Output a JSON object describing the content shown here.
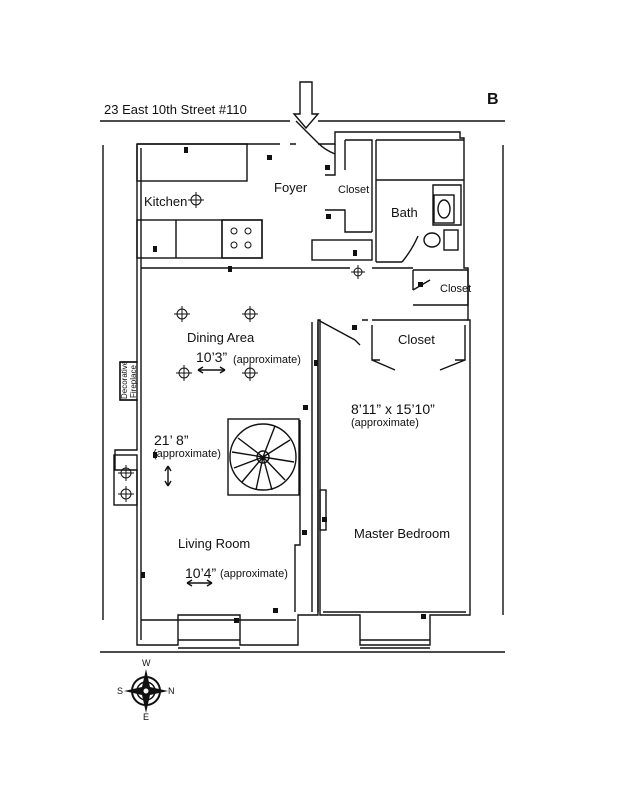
{
  "address": "23 East 10th Street #110",
  "unit_letter": "B",
  "rooms": {
    "kitchen": "Kitchen",
    "foyer": "Foyer",
    "closet_foyer": "Closet",
    "bath": "Bath",
    "closet_hall": "Closet",
    "closet_bedroom": "Closet",
    "dining": "Dining Area",
    "living": "Living Room",
    "master": "Master Bedroom",
    "fireplace_line1": "Decorative",
    "fireplace_line2": "Fireplace"
  },
  "dimensions": {
    "dining_width": "10’3”",
    "dining_width_note": "(approximate)",
    "living_length": "21’ 8”",
    "living_length_note": "(approximate)",
    "living_width": "10’4”",
    "living_width_note": "(approximate)",
    "master_size": "8’11” x 15’10”",
    "master_size_note": "(approximate)"
  },
  "compass": {
    "n": "N",
    "s": "S",
    "e": "E",
    "w": "W"
  }
}
